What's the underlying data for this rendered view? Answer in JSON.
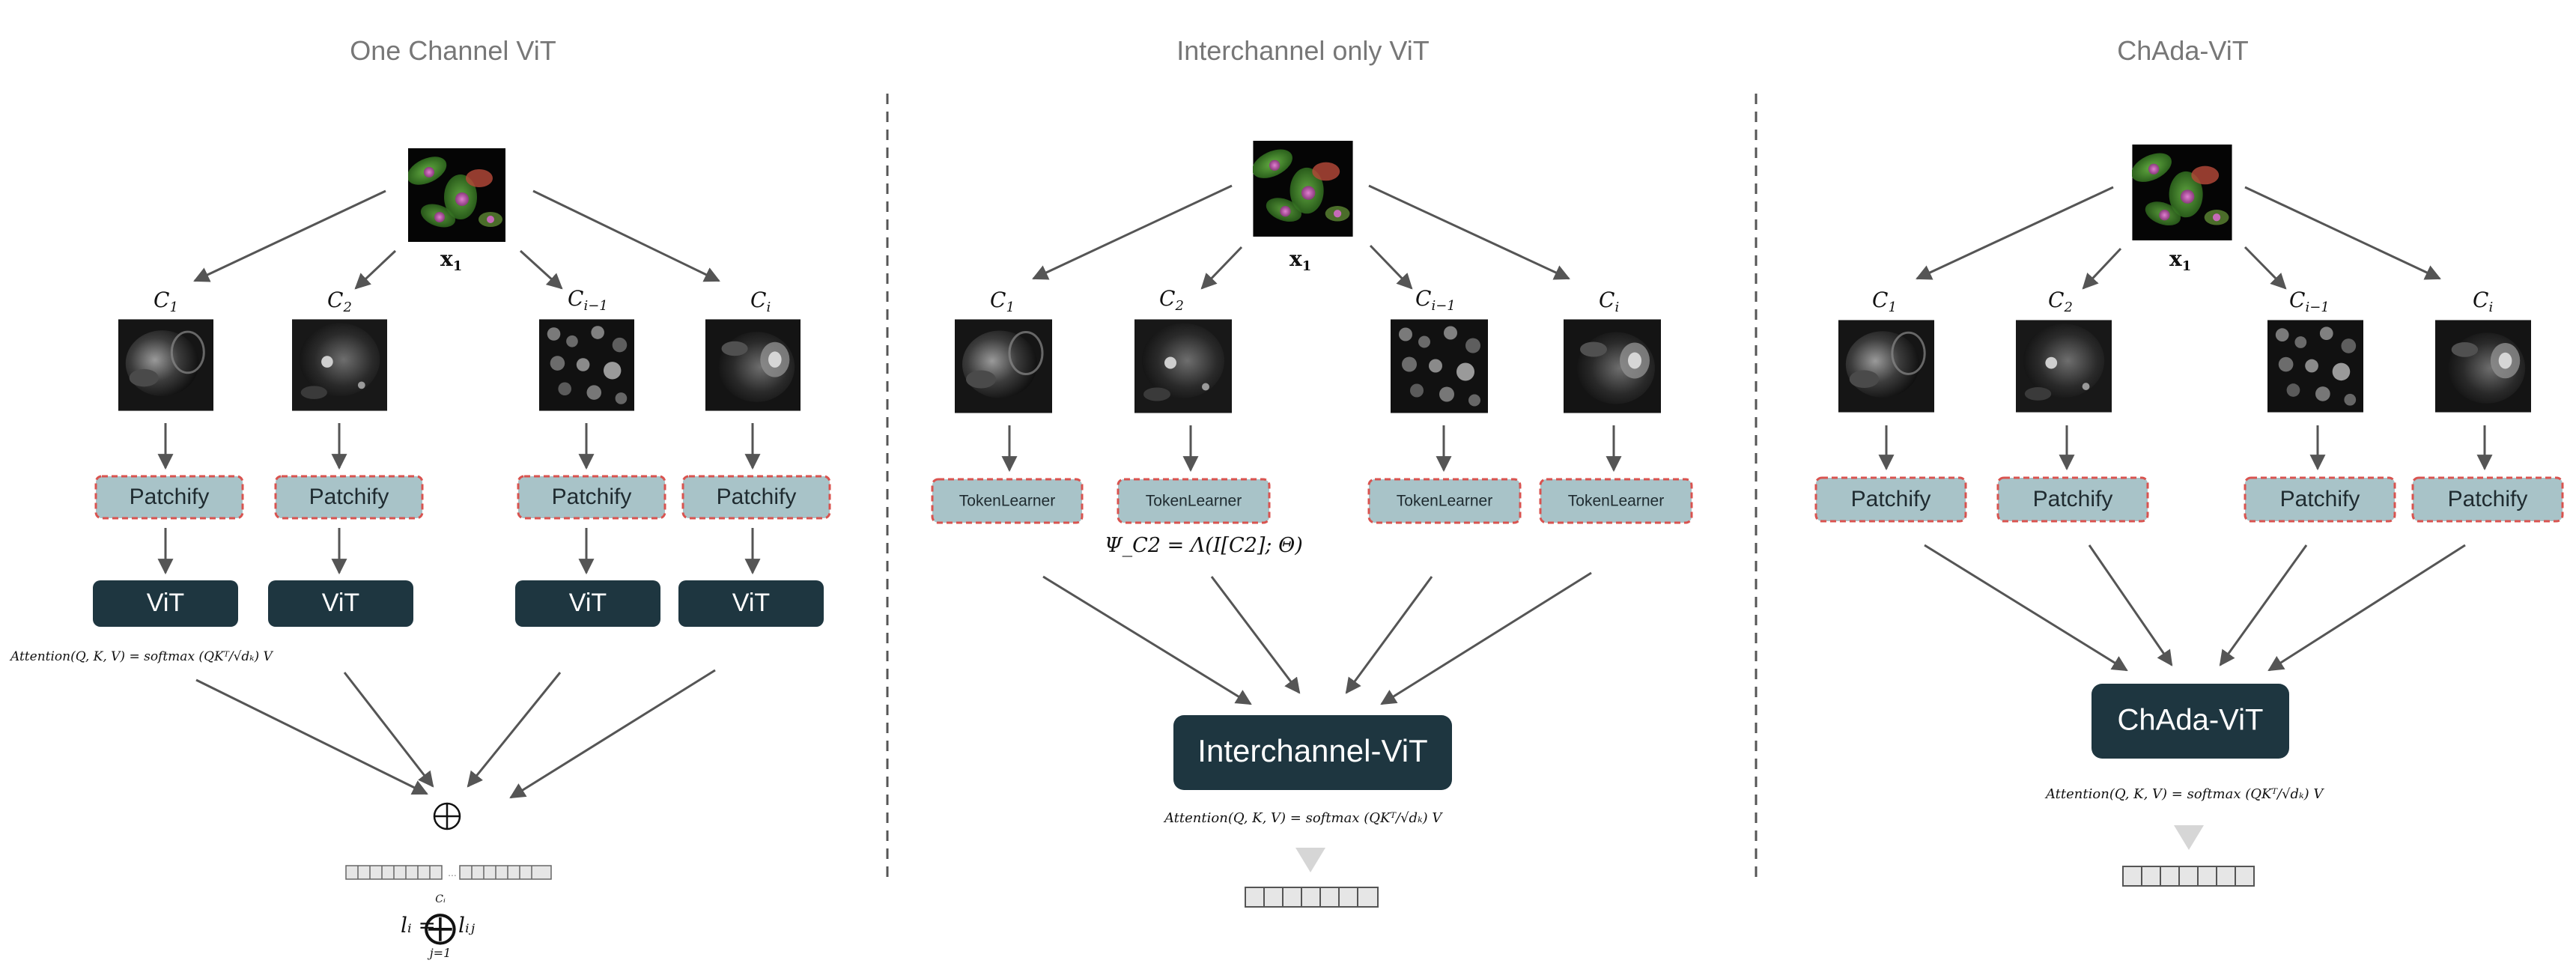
{
  "panels": [
    {
      "title": "One Channel ViT",
      "image_label": "x",
      "image_label_sub": "1",
      "channel_labels": [
        {
          "main": "C",
          "sub": "1"
        },
        {
          "main": "C",
          "sub": "2"
        },
        {
          "main": "C",
          "sub": "i−1"
        },
        {
          "main": "C",
          "sub": "i"
        }
      ],
      "stage1_label": "Patchify",
      "stage2_label": "ViT",
      "attention_formula": "Attention(Q, K, V) = softmax (QKᵀ/√dₖ) V",
      "combine_symbol": "⊕",
      "output_formula_lhs": "lᵢ =",
      "output_formula_op": "⨁",
      "output_formula_top": "Cᵢ",
      "output_formula_bottom": "j=1",
      "output_formula_rhs": "lᵢⱼ",
      "ellipsis": "..."
    },
    {
      "title": "Interchannel only ViT",
      "image_label": "x",
      "image_label_sub": "1",
      "channel_labels": [
        {
          "main": "C",
          "sub": "1"
        },
        {
          "main": "C",
          "sub": "2"
        },
        {
          "main": "C",
          "sub": "i−1"
        },
        {
          "main": "C",
          "sub": "i"
        }
      ],
      "stage1_label": "TokenLearner",
      "tokenlearner_formula": "Ψ_C2 = Λ(I[C2]; Θ)",
      "model_label": "Interchannel-ViT",
      "attention_formula": "Attention(Q, K, V) = softmax (QKᵀ/√dₖ) V"
    },
    {
      "title": "ChAda-ViT",
      "image_label": "x",
      "image_label_sub": "1",
      "channel_labels": [
        {
          "main": "C",
          "sub": "1"
        },
        {
          "main": "C",
          "sub": "2"
        },
        {
          "main": "C",
          "sub": "i−1"
        },
        {
          "main": "C",
          "sub": "i"
        }
      ],
      "stage1_label": "Patchify",
      "model_label": "ChAda-ViT",
      "attention_formula": "Attention(Q, K, V) = softmax (QKᵀ/√dₖ) V"
    }
  ],
  "colors": {
    "patchify_fill": "#a8c3c8",
    "patchify_border": "#d9534f",
    "dark_box": "#1e3640",
    "arrow": "#555555",
    "divider": "#555555",
    "title": "#777777"
  },
  "icons": {
    "combine": "circled-plus-icon",
    "output_triangle": "triangle-down-icon"
  }
}
